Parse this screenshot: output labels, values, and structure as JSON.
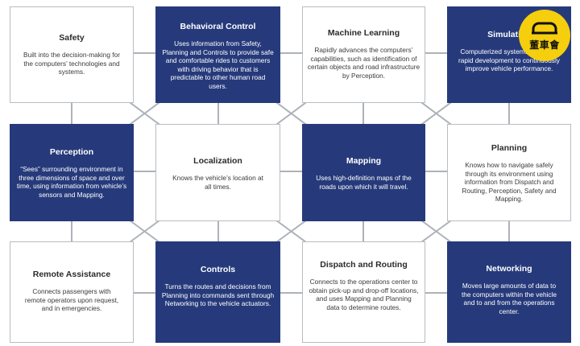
{
  "cards": [
    {
      "title": "Safety",
      "desc": "Built into the decision-making for the computers’ technologies and systems."
    },
    {
      "title": "Behavioral Control",
      "desc": "Uses information from Safety, Planning and Controls to provide safe and comfortable rides to customers with driving behavior that is predictable to other human road users."
    },
    {
      "title": "Machine Learning",
      "desc": "Rapidly advances the computers’ capabilities, such as identification of certain objects and road infrastructure by Perception."
    },
    {
      "title": "Simulation",
      "desc": "Computerized systems facilitates rapid development to continuously improve vehicle performance."
    },
    {
      "title": "Perception",
      "desc": "“Sees” surrounding environment in three dimensions of space and over time, using information from vehicle’s sensors and Mapping."
    },
    {
      "title": "Localization",
      "desc": "Knows the vehicle’s location at all times."
    },
    {
      "title": "Mapping",
      "desc": "Uses high-definition maps of the roads upon which it will travel."
    },
    {
      "title": "Planning",
      "desc": "Knows how to navigate safely through its environment using information from Dispatch and Routing, Perception, Safety and Mapping."
    },
    {
      "title": "Remote Assistance",
      "desc": "Connects passengers with remote operators upon request, and in emergencies."
    },
    {
      "title": "Controls",
      "desc": "Turns the routes and decisions from Planning into commands sent through Networking to the vehicle actuators."
    },
    {
      "title": "Dispatch and Routing",
      "desc": "Connects to the operations center to obtain pick-up and drop-off locations, and uses Mapping and Planning data to determine routes."
    },
    {
      "title": "Networking",
      "desc": "Moves large amounts of data to the computers within the vehicle and to and from the operations center."
    }
  ],
  "badge": {
    "text": "董車會",
    "icon": "car-icon",
    "color": "#f5ce0d"
  },
  "colors": {
    "dark": "#263a7b",
    "light_border": "#b9bcc2",
    "connector": "#aeb2b8"
  }
}
